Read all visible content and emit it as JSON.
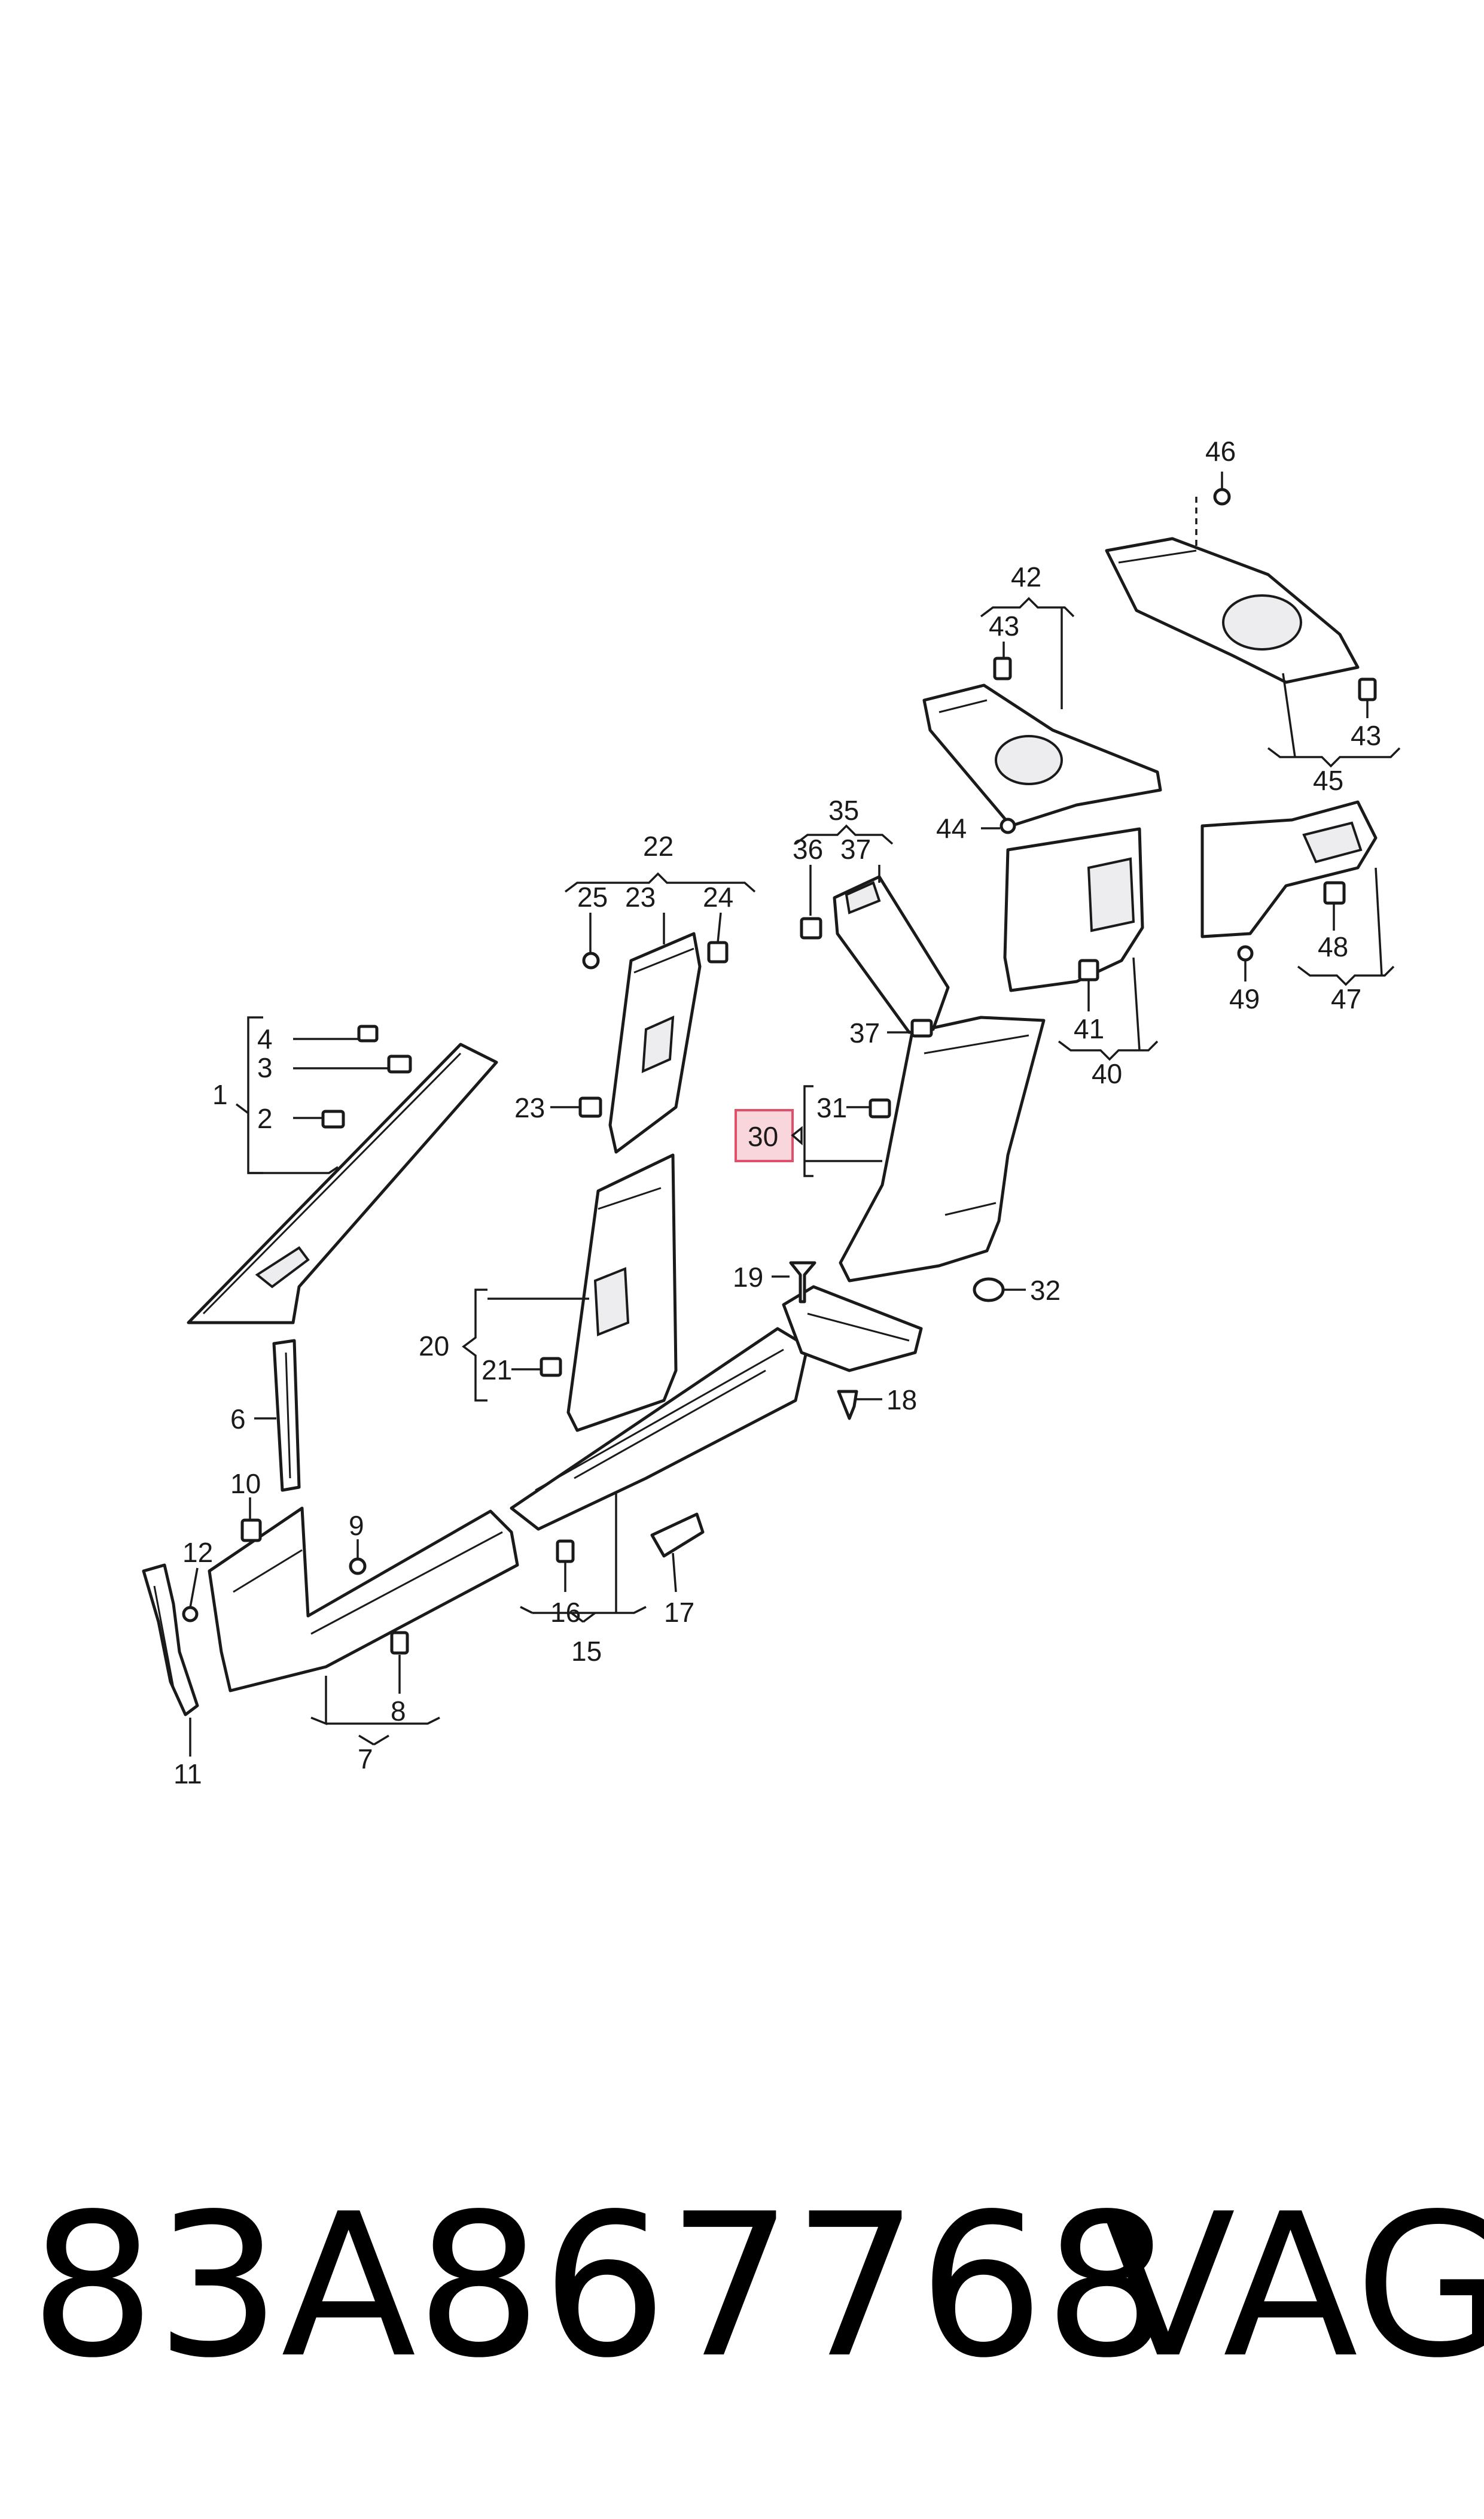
{
  "callouts": [
    {
      "n": "1"
    },
    {
      "n": "2"
    },
    {
      "n": "3"
    },
    {
      "n": "4"
    },
    {
      "n": "6"
    },
    {
      "n": "7"
    },
    {
      "n": "8"
    },
    {
      "n": "9"
    },
    {
      "n": "10"
    },
    {
      "n": "11"
    },
    {
      "n": "12"
    },
    {
      "n": "15"
    },
    {
      "n": "16"
    },
    {
      "n": "17"
    },
    {
      "n": "18"
    },
    {
      "n": "19"
    },
    {
      "n": "20"
    },
    {
      "n": "21"
    },
    {
      "n": "22"
    },
    {
      "n": "23"
    },
    {
      "n": "23"
    },
    {
      "n": "24"
    },
    {
      "n": "25"
    },
    {
      "n": "30"
    },
    {
      "n": "31"
    },
    {
      "n": "32"
    },
    {
      "n": "35"
    },
    {
      "n": "36"
    },
    {
      "n": "37"
    },
    {
      "n": "37"
    },
    {
      "n": "40"
    },
    {
      "n": "41"
    },
    {
      "n": "42"
    },
    {
      "n": "43"
    },
    {
      "n": "43"
    },
    {
      "n": "44"
    },
    {
      "n": "45"
    },
    {
      "n": "46"
    },
    {
      "n": "47"
    },
    {
      "n": "48"
    },
    {
      "n": "49"
    }
  ],
  "highlight": "30",
  "colors": {
    "highlight_fill": "#f8d6dc",
    "highlight_stroke": "#e0506a",
    "line": "#1a1a1a"
  },
  "footer": {
    "part_number": "83A867768",
    "brand": "VAG"
  }
}
